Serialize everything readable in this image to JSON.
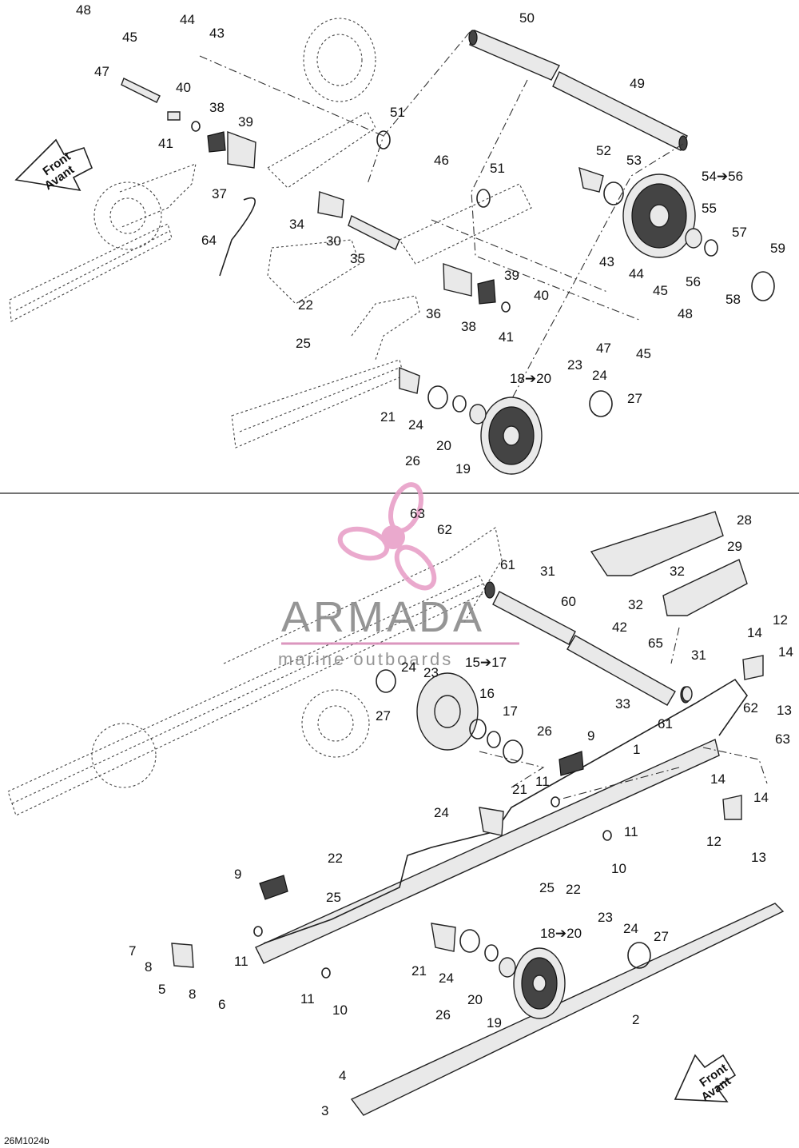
{
  "diagram": {
    "code": "26M1024b",
    "front_label_1": "Front",
    "front_label_2": "Avant",
    "watermark": {
      "title": "ARMADA",
      "subtitle": "marine outboards",
      "logo_color": "#e8a0c8"
    },
    "labels": {
      "top": [
        "48",
        "45",
        "44",
        "43",
        "47",
        "40",
        "38",
        "39",
        "41",
        "37",
        "50",
        "49",
        "51",
        "46",
        "51",
        "52",
        "53",
        "54➔56",
        "55",
        "57",
        "59",
        "56",
        "58",
        "34",
        "30",
        "35",
        "64",
        "43",
        "44",
        "45",
        "48",
        "47",
        "45",
        "36",
        "38",
        "39",
        "40",
        "41",
        "22",
        "25",
        "23",
        "24",
        "27",
        "18➔20",
        "21",
        "24",
        "20",
        "26",
        "19"
      ],
      "bottom": [
        "63",
        "62",
        "28",
        "29",
        "31",
        "32",
        "32",
        "61",
        "60",
        "42",
        "65",
        "31",
        "12",
        "14",
        "14",
        "13",
        "33",
        "61",
        "62",
        "63",
        "24",
        "23",
        "15➔17",
        "27",
        "16",
        "17",
        "26",
        "9",
        "1",
        "11",
        "21",
        "24",
        "11",
        "10",
        "14",
        "14",
        "12",
        "13",
        "22",
        "9",
        "25",
        "25",
        "22",
        "18➔20",
        "23",
        "24",
        "27",
        "7",
        "8",
        "5",
        "8",
        "6",
        "11",
        "21",
        "24",
        "11",
        "10",
        "26",
        "20",
        "19",
        "2",
        "4",
        "3"
      ]
    }
  }
}
